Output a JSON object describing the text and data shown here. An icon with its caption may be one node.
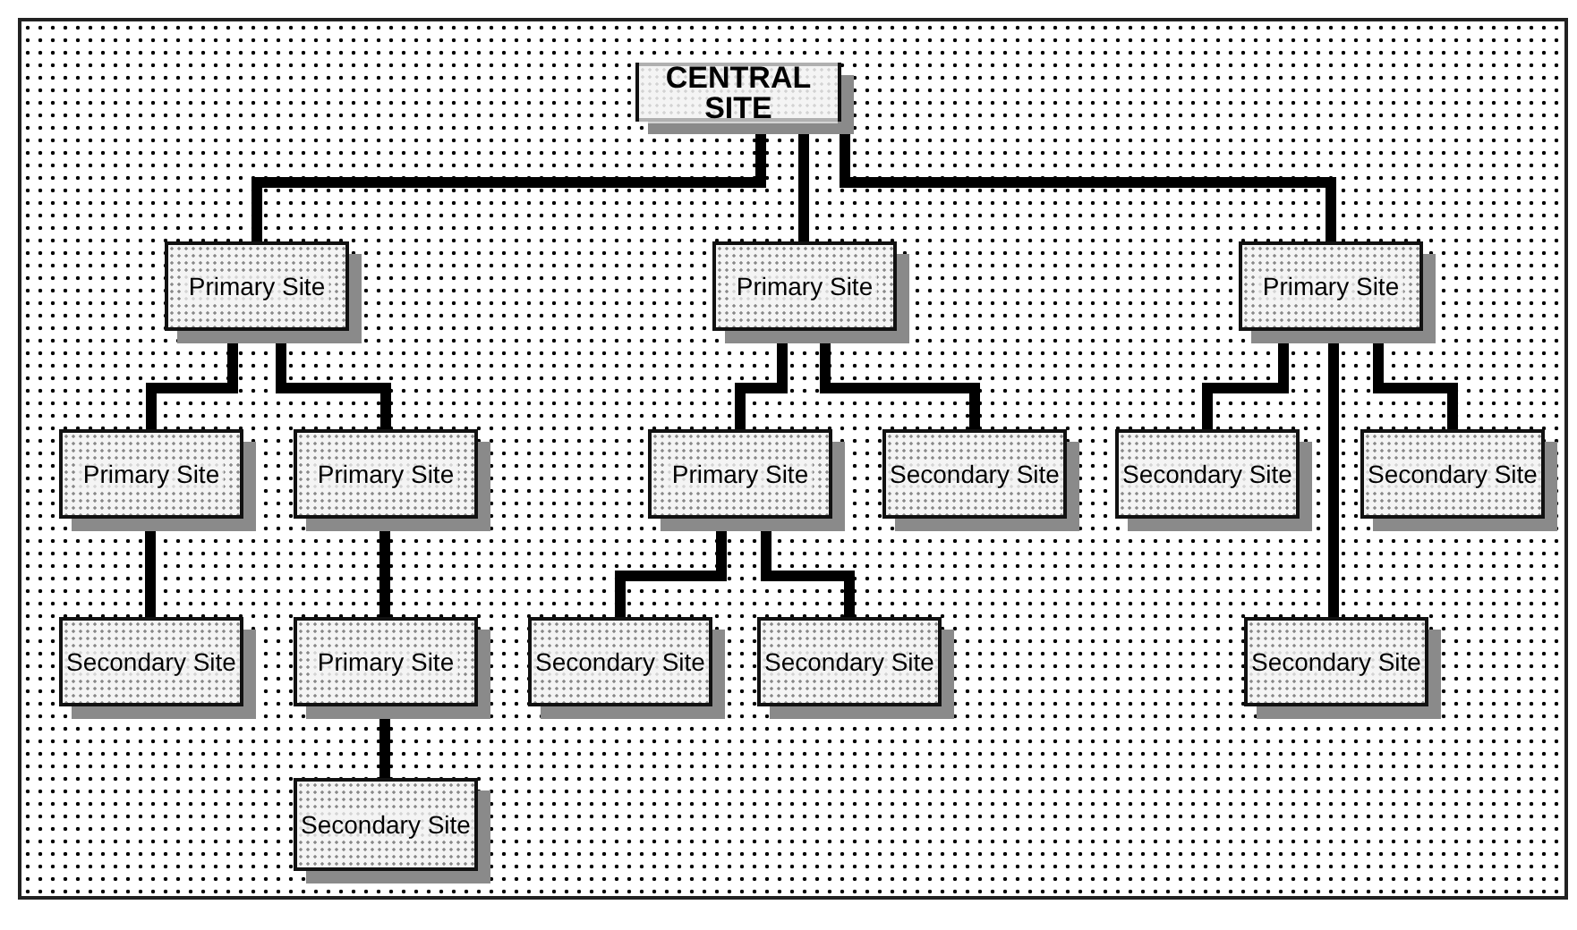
{
  "diagram": {
    "nodes": [
      {
        "text": [
          "CENTRAL SITE"
        ]
      },
      {
        "text": [
          "Primary Site"
        ]
      },
      {
        "text": [
          "Primary Site"
        ]
      },
      {
        "text": [
          "Primary Site"
        ]
      },
      {
        "text": [
          "Primary Site"
        ]
      },
      {
        "text": [
          "Primary Site"
        ]
      },
      {
        "text": [
          "Primary Site"
        ]
      },
      {
        "text": [
          "Secondary Site"
        ]
      },
      {
        "text": [
          "Secondary Site"
        ]
      },
      {
        "text": [
          "Secondary Site"
        ]
      },
      {
        "text": [
          "Secondary Site"
        ]
      },
      {
        "text": [
          "Primary Site"
        ]
      },
      {
        "text": [
          "Secondary Site"
        ]
      },
      {
        "text": [
          "Secondary Site"
        ]
      },
      {
        "text": [
          "Secondary Site"
        ]
      },
      {
        "text": [
          "Secondary Site"
        ]
      }
    ],
    "edges": [
      {
        "from": 0,
        "to": 1,
        "arrow": "none"
      },
      {
        "from": 0,
        "to": 2,
        "arrow": "none"
      },
      {
        "from": 0,
        "to": 3,
        "arrow": "none"
      },
      {
        "from": 1,
        "to": 4,
        "arrow": "none"
      },
      {
        "from": 1,
        "to": 5,
        "arrow": "none"
      },
      {
        "from": 2,
        "to": 6,
        "arrow": "none"
      },
      {
        "from": 2,
        "to": 7,
        "arrow": "none"
      },
      {
        "from": 3,
        "to": 8,
        "arrow": "none"
      },
      {
        "from": 3,
        "to": 9,
        "arrow": "none"
      },
      {
        "from": 3,
        "to": 14,
        "arrow": "none"
      },
      {
        "from": 4,
        "to": 10,
        "arrow": "none"
      },
      {
        "from": 5,
        "to": 11,
        "arrow": "none"
      },
      {
        "from": 11,
        "to": 15,
        "arrow": "none"
      },
      {
        "from": 6,
        "to": 12,
        "arrow": "none"
      },
      {
        "from": 6,
        "to": 13,
        "arrow": "none"
      }
    ]
  }
}
